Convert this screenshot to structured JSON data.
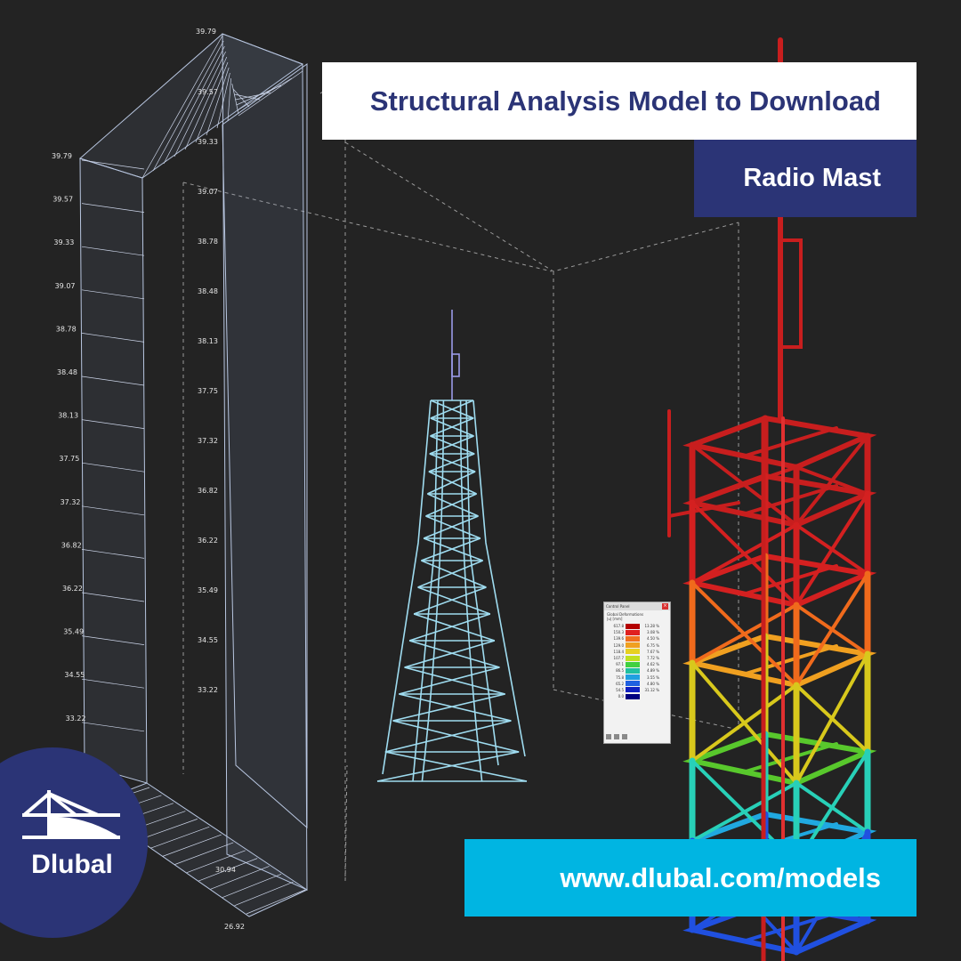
{
  "banner": {
    "title": "Structural Analysis Model to Download",
    "subtitle": "Radio Mast",
    "url": "www.dlubal.com/models"
  },
  "logo": {
    "name": "Dlubal",
    "icon": "dlubal-bridge-icon",
    "color": "#2b3476"
  },
  "diagram": {
    "left_labels": [
      "39.79",
      "39.57",
      "39.33",
      "39.07",
      "38.78",
      "38.48",
      "38.13",
      "37.75",
      "37.32",
      "36.82",
      "36.22",
      "35.49",
      "34.55",
      "33.22"
    ],
    "top_label": "39.79",
    "inner_labels": [
      "39.57",
      "39.33",
      "39.07",
      "38.78",
      "38.48",
      "38.13",
      "37.75",
      "37.32",
      "36.82",
      "36.22",
      "35.49",
      "34.55",
      "33.22",
      "30.94"
    ],
    "bottom_label": "26.92"
  },
  "control_panel": {
    "title": "Control Panel",
    "subtitle": "Global Deformations",
    "unit": "|u| [mm]",
    "rows": [
      {
        "value": "617.8",
        "color": "#b40000",
        "percent": "13.28 %"
      },
      {
        "value": "150.3",
        "color": "#e02020",
        "percent": "3.08 %"
      },
      {
        "value": "139.6",
        "color": "#f07020",
        "percent": "4.50 %"
      },
      {
        "value": "129.0",
        "color": "#f0a020",
        "percent": "6.75 %"
      },
      {
        "value": "118.4",
        "color": "#e8d020",
        "percent": "7.67 %"
      },
      {
        "value": "107.7",
        "color": "#c0e020",
        "percent": "7.72 %"
      },
      {
        "value": "97.1",
        "color": "#40d040",
        "percent": "4.62 %"
      },
      {
        "value": "86.5",
        "color": "#20c0a0",
        "percent": "4.89 %"
      },
      {
        "value": "75.8",
        "color": "#20a0e0",
        "percent": "3.55 %"
      },
      {
        "value": "65.2",
        "color": "#2060e0",
        "percent": "4.80 %"
      },
      {
        "value": "54.5",
        "color": "#1020c0",
        "percent": "31.12 %"
      },
      {
        "value": "0.0",
        "color": "#000080",
        "percent": ""
      }
    ]
  },
  "colors": {
    "background": "#232323",
    "brand_navy": "#2b3476",
    "brand_cyan": "#00b5e2",
    "wire_blue": "#9fdcf0"
  }
}
